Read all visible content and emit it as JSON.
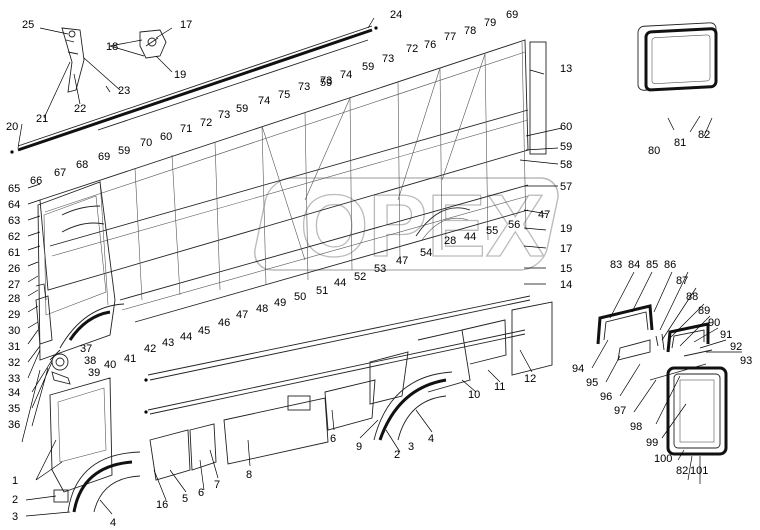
{
  "watermark": "OPEX",
  "callouts": [
    {
      "id": "c1",
      "text": "1"
    },
    {
      "id": "c2",
      "text": "2"
    },
    {
      "id": "c3",
      "text": "3"
    },
    {
      "id": "c4",
      "text": "4"
    },
    {
      "id": "c5",
      "text": "5"
    },
    {
      "id": "c6",
      "text": "6"
    },
    {
      "id": "c7",
      "text": "7"
    },
    {
      "id": "c8",
      "text": "8"
    },
    {
      "id": "c6b",
      "text": "6"
    },
    {
      "id": "c9",
      "text": "9"
    },
    {
      "id": "c2b",
      "text": "2"
    },
    {
      "id": "c3b",
      "text": "3"
    },
    {
      "id": "c4b",
      "text": "4"
    },
    {
      "id": "c10",
      "text": "10"
    },
    {
      "id": "c11",
      "text": "11"
    },
    {
      "id": "c12",
      "text": "12"
    },
    {
      "id": "c13",
      "text": "13"
    },
    {
      "id": "c14",
      "text": "14"
    },
    {
      "id": "c15",
      "text": "15"
    },
    {
      "id": "c16",
      "text": "16"
    },
    {
      "id": "c17",
      "text": "17"
    },
    {
      "id": "c18",
      "text": "18"
    },
    {
      "id": "c19",
      "text": "19"
    },
    {
      "id": "c17b",
      "text": "17"
    },
    {
      "id": "c19b",
      "text": "19"
    },
    {
      "id": "c20",
      "text": "20"
    },
    {
      "id": "c21",
      "text": "21"
    },
    {
      "id": "c22",
      "text": "22"
    },
    {
      "id": "c23",
      "text": "23"
    },
    {
      "id": "c24",
      "text": "24"
    },
    {
      "id": "c25",
      "text": "25"
    },
    {
      "id": "c26",
      "text": "26"
    },
    {
      "id": "c27",
      "text": "27"
    },
    {
      "id": "c28",
      "text": "28"
    },
    {
      "id": "c28b",
      "text": "28"
    },
    {
      "id": "c29",
      "text": "29"
    },
    {
      "id": "c30",
      "text": "30"
    },
    {
      "id": "c31",
      "text": "31"
    },
    {
      "id": "c32",
      "text": "32"
    },
    {
      "id": "c33",
      "text": "33"
    },
    {
      "id": "c34",
      "text": "34"
    },
    {
      "id": "c35",
      "text": "35"
    },
    {
      "id": "c36",
      "text": "36"
    },
    {
      "id": "c37",
      "text": "37"
    },
    {
      "id": "c38",
      "text": "38"
    },
    {
      "id": "c39",
      "text": "39"
    },
    {
      "id": "c40",
      "text": "40"
    },
    {
      "id": "c41",
      "text": "41"
    },
    {
      "id": "c42",
      "text": "42"
    },
    {
      "id": "c43",
      "text": "43"
    },
    {
      "id": "c44",
      "text": "44"
    },
    {
      "id": "c44b",
      "text": "44"
    },
    {
      "id": "c44c",
      "text": "44"
    },
    {
      "id": "c45",
      "text": "45"
    },
    {
      "id": "c46",
      "text": "46"
    },
    {
      "id": "c47",
      "text": "47"
    },
    {
      "id": "c47b",
      "text": "47"
    },
    {
      "id": "c47c",
      "text": "47"
    },
    {
      "id": "c48",
      "text": "48"
    },
    {
      "id": "c49",
      "text": "49"
    },
    {
      "id": "c50",
      "text": "50"
    },
    {
      "id": "c51",
      "text": "51"
    },
    {
      "id": "c52",
      "text": "52"
    },
    {
      "id": "c53",
      "text": "53"
    },
    {
      "id": "c54",
      "text": "54"
    },
    {
      "id": "c55",
      "text": "55"
    },
    {
      "id": "c56",
      "text": "56"
    },
    {
      "id": "c57",
      "text": "57"
    },
    {
      "id": "c58",
      "text": "58"
    },
    {
      "id": "c59a",
      "text": "59"
    },
    {
      "id": "c59b",
      "text": "59"
    },
    {
      "id": "c59c",
      "text": "59"
    },
    {
      "id": "c59d",
      "text": "59"
    },
    {
      "id": "c59e",
      "text": "59"
    },
    {
      "id": "c60",
      "text": "60"
    },
    {
      "id": "c60b",
      "text": "60"
    },
    {
      "id": "c61",
      "text": "61"
    },
    {
      "id": "c62",
      "text": "62"
    },
    {
      "id": "c63",
      "text": "63"
    },
    {
      "id": "c64",
      "text": "64"
    },
    {
      "id": "c65",
      "text": "65"
    },
    {
      "id": "c66",
      "text": "66"
    },
    {
      "id": "c67",
      "text": "67"
    },
    {
      "id": "c68",
      "text": "68"
    },
    {
      "id": "c69",
      "text": "69"
    },
    {
      "id": "c69b",
      "text": "69"
    },
    {
      "id": "c70",
      "text": "70"
    },
    {
      "id": "c71",
      "text": "71"
    },
    {
      "id": "c72",
      "text": "72"
    },
    {
      "id": "c72b",
      "text": "72"
    },
    {
      "id": "c73",
      "text": "73"
    },
    {
      "id": "c73b",
      "text": "73"
    },
    {
      "id": "c73c",
      "text": "73"
    },
    {
      "id": "c73d",
      "text": "73"
    },
    {
      "id": "c74",
      "text": "74"
    },
    {
      "id": "c74b",
      "text": "74"
    },
    {
      "id": "c75",
      "text": "75"
    },
    {
      "id": "c76",
      "text": "76"
    },
    {
      "id": "c77",
      "text": "77"
    },
    {
      "id": "c78",
      "text": "78"
    },
    {
      "id": "c79",
      "text": "79"
    },
    {
      "id": "c80",
      "text": "80"
    },
    {
      "id": "c81",
      "text": "81"
    },
    {
      "id": "c82",
      "text": "82"
    },
    {
      "id": "c82b",
      "text": "82"
    },
    {
      "id": "c83",
      "text": "83"
    },
    {
      "id": "c84",
      "text": "84"
    },
    {
      "id": "c85",
      "text": "85"
    },
    {
      "id": "c86",
      "text": "86"
    },
    {
      "id": "c87",
      "text": "87"
    },
    {
      "id": "c88",
      "text": "88"
    },
    {
      "id": "c89",
      "text": "89"
    },
    {
      "id": "c90",
      "text": "90"
    },
    {
      "id": "c91",
      "text": "91"
    },
    {
      "id": "c92",
      "text": "92"
    },
    {
      "id": "c93",
      "text": "93"
    },
    {
      "id": "c94",
      "text": "94"
    },
    {
      "id": "c95",
      "text": "95"
    },
    {
      "id": "c96",
      "text": "96"
    },
    {
      "id": "c97",
      "text": "97"
    },
    {
      "id": "c98",
      "text": "98"
    },
    {
      "id": "c99",
      "text": "99"
    },
    {
      "id": "c100",
      "text": "100"
    },
    {
      "id": "c101",
      "text": "101"
    }
  ]
}
